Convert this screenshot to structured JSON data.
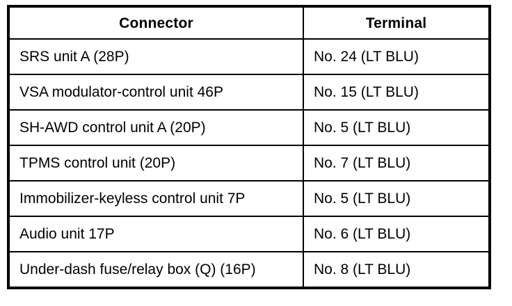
{
  "table": {
    "headers": {
      "connector": "Connector",
      "terminal": "Terminal"
    },
    "rows": [
      {
        "connector": "SRS unit A (28P)",
        "terminal": "No. 24 (LT BLU)"
      },
      {
        "connector": "VSA modulator-control unit 46P",
        "terminal": "No. 15 (LT BLU)"
      },
      {
        "connector": "SH-AWD control unit A (20P)",
        "terminal": "No. 5 (LT BLU)"
      },
      {
        "connector": "TPMS control unit (20P)",
        "terminal": "No. 7 (LT BLU)"
      },
      {
        "connector": "Immobilizer-keyless control unit 7P",
        "terminal": "No. 5 (LT BLU)"
      },
      {
        "connector": "Audio unit 17P",
        "terminal": "No. 6 (LT BLU)"
      },
      {
        "connector": "Under-dash fuse/relay box (Q) (16P)",
        "terminal": "No. 8 (LT BLU)"
      }
    ],
    "colors": {
      "border": "#000000",
      "text": "#000000",
      "background": "#ffffff"
    }
  }
}
